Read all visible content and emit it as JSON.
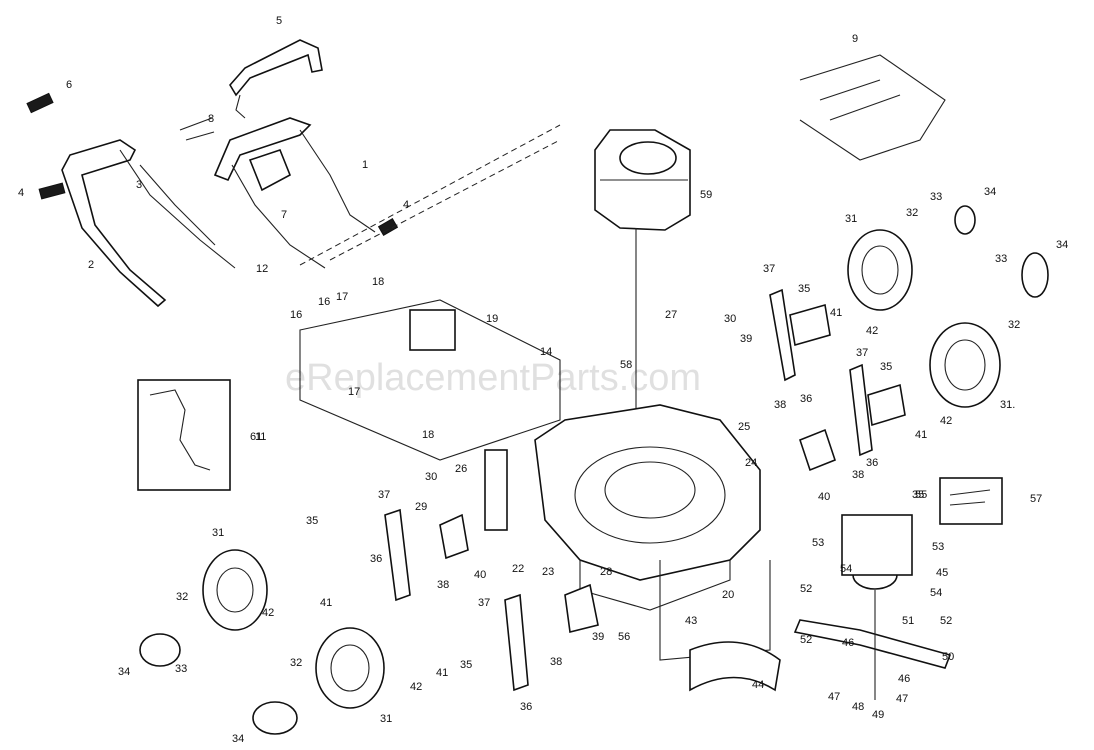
{
  "watermark": "eReplacementParts.com",
  "callouts": [
    {
      "id": "c1",
      "text": "1"
    },
    {
      "id": "c2",
      "text": "2"
    },
    {
      "id": "c3",
      "text": "3"
    },
    {
      "id": "c4a",
      "text": "4"
    },
    {
      "id": "c4b",
      "text": "4"
    },
    {
      "id": "c5",
      "text": "5"
    },
    {
      "id": "c6",
      "text": "6"
    },
    {
      "id": "c7",
      "text": "7"
    },
    {
      "id": "c8",
      "text": "8"
    },
    {
      "id": "c9",
      "text": "9"
    },
    {
      "id": "c11",
      "text": "11"
    },
    {
      "id": "c12",
      "text": "12"
    },
    {
      "id": "c14",
      "text": "14"
    },
    {
      "id": "c16",
      "text": "16"
    },
    {
      "id": "c16b",
      "text": "16"
    },
    {
      "id": "c17",
      "text": "17"
    },
    {
      "id": "c17b",
      "text": "17"
    },
    {
      "id": "c18",
      "text": "18"
    },
    {
      "id": "c18b",
      "text": "18"
    },
    {
      "id": "c19",
      "text": "19"
    },
    {
      "id": "c20",
      "text": "20"
    },
    {
      "id": "c22",
      "text": "22"
    },
    {
      "id": "c23",
      "text": "23"
    },
    {
      "id": "c24",
      "text": "24"
    },
    {
      "id": "c25",
      "text": "25"
    },
    {
      "id": "c26",
      "text": "26"
    },
    {
      "id": "c27",
      "text": "27"
    },
    {
      "id": "c28",
      "text": "28"
    },
    {
      "id": "c29",
      "text": "29"
    },
    {
      "id": "c30",
      "text": "30"
    },
    {
      "id": "c30b",
      "text": "30"
    },
    {
      "id": "c31",
      "text": "31"
    },
    {
      "id": "c31b",
      "text": "31"
    },
    {
      "id": "c31c",
      "text": "31"
    },
    {
      "id": "c31d",
      "text": "31."
    },
    {
      "id": "c32",
      "text": "32"
    },
    {
      "id": "c32b",
      "text": "32"
    },
    {
      "id": "c32c",
      "text": "32"
    },
    {
      "id": "c32d",
      "text": "32"
    },
    {
      "id": "c33",
      "text": "33"
    },
    {
      "id": "c33b",
      "text": "33"
    },
    {
      "id": "c33c",
      "text": "33"
    },
    {
      "id": "c34",
      "text": "34"
    },
    {
      "id": "c34b",
      "text": "34"
    },
    {
      "id": "c34c",
      "text": "34"
    },
    {
      "id": "c34d",
      "text": "34"
    },
    {
      "id": "c35",
      "text": "35"
    },
    {
      "id": "c35b",
      "text": "35"
    },
    {
      "id": "c35c",
      "text": "35"
    },
    {
      "id": "c35d",
      "text": "35"
    },
    {
      "id": "c35e",
      "text": "35"
    },
    {
      "id": "c36",
      "text": "36"
    },
    {
      "id": "c36b",
      "text": "36"
    },
    {
      "id": "c36c",
      "text": "36"
    },
    {
      "id": "c36d",
      "text": "36"
    },
    {
      "id": "c37",
      "text": "37"
    },
    {
      "id": "c37b",
      "text": "37"
    },
    {
      "id": "c37c",
      "text": "37"
    },
    {
      "id": "c37d",
      "text": "37"
    },
    {
      "id": "c38",
      "text": "38"
    },
    {
      "id": "c38b",
      "text": "38"
    },
    {
      "id": "c38c",
      "text": "38"
    },
    {
      "id": "c38d",
      "text": "38"
    },
    {
      "id": "c39",
      "text": "39"
    },
    {
      "id": "c39b",
      "text": "39"
    },
    {
      "id": "c40",
      "text": "40"
    },
    {
      "id": "c40b",
      "text": "40"
    },
    {
      "id": "c41",
      "text": "41"
    },
    {
      "id": "c41b",
      "text": "41"
    },
    {
      "id": "c41c",
      "text": "41"
    },
    {
      "id": "c41d",
      "text": "41"
    },
    {
      "id": "c42",
      "text": "42"
    },
    {
      "id": "c42b",
      "text": "42"
    },
    {
      "id": "c42c",
      "text": "42"
    },
    {
      "id": "c42d",
      "text": "42"
    },
    {
      "id": "c43",
      "text": "43"
    },
    {
      "id": "c44",
      "text": "44"
    },
    {
      "id": "c45",
      "text": "45"
    },
    {
      "id": "c46",
      "text": "46"
    },
    {
      "id": "c46b",
      "text": "46"
    },
    {
      "id": "c47",
      "text": "47"
    },
    {
      "id": "c47b",
      "text": "47"
    },
    {
      "id": "c48",
      "text": "48"
    },
    {
      "id": "c49",
      "text": "49"
    },
    {
      "id": "c50",
      "text": "50"
    },
    {
      "id": "c51",
      "text": "51"
    },
    {
      "id": "c52",
      "text": "52"
    },
    {
      "id": "c52b",
      "text": "52"
    },
    {
      "id": "c52c",
      "text": "52"
    },
    {
      "id": "c53",
      "text": "53"
    },
    {
      "id": "c53b",
      "text": "53"
    },
    {
      "id": "c54",
      "text": "54"
    },
    {
      "id": "c54b",
      "text": "54"
    },
    {
      "id": "c55",
      "text": "55"
    },
    {
      "id": "c56",
      "text": "56"
    },
    {
      "id": "c57",
      "text": "57"
    },
    {
      "id": "c58",
      "text": "58"
    },
    {
      "id": "c59",
      "text": "59"
    },
    {
      "id": "c61",
      "text": "61"
    }
  ]
}
